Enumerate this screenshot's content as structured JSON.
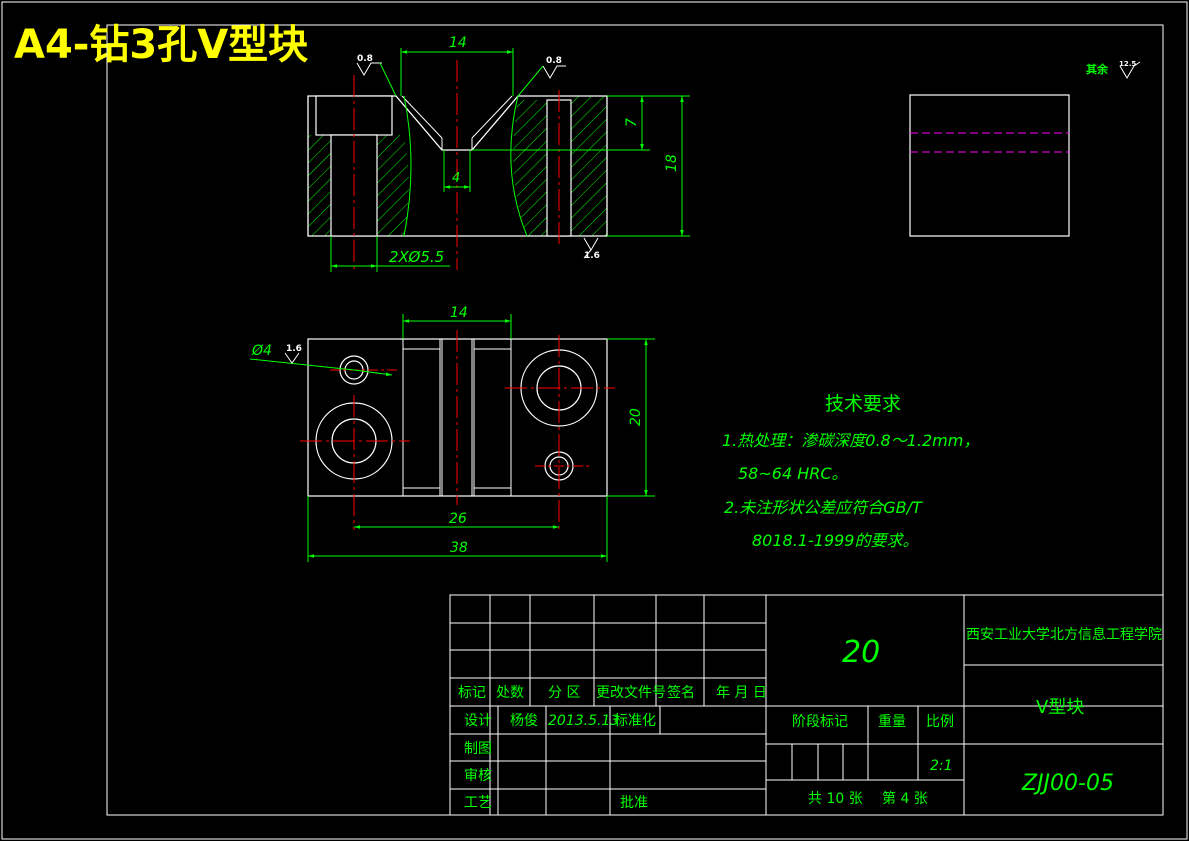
{
  "banner_title": "A4-钻3孔V型块",
  "colors": {
    "background": "#000000",
    "outline": "#ffffff",
    "dimension": "#00ff00",
    "centerline": "#ff0000",
    "hatch": "#00ff00",
    "hidden_line": "#ff00ff",
    "title": "#ffff00"
  },
  "front_view": {
    "dim_top": "14",
    "dim_right_upper": "7",
    "dim_right_total": "18",
    "dim_bottom_slot": "4",
    "dim_holes": "2XØ5.5",
    "roughness_left": "0.8",
    "roughness_right": "0.8",
    "roughness_bottom": "1.6"
  },
  "top_view": {
    "dim_top": "14",
    "dim_hole": "Ø4",
    "roughness_hole": "1.6",
    "dim_right": "20",
    "dim_center_span": "26",
    "dim_total_width": "38"
  },
  "remaining_roughness": {
    "label": "其余",
    "value": "12.5"
  },
  "tech_requirements": {
    "title": "技术要求",
    "lines": [
      "1.热处理：渗碳深度0.8～1.2mm，",
      "58~64 HRC。",
      "2.未注形状公差应符合GB/T",
      "8018.1-1999的要求。"
    ]
  },
  "title_block": {
    "mark_header": [
      "标记",
      "处数",
      "分 区",
      "更改文件号",
      "签名",
      "年 月 日"
    ],
    "design_label": "设计",
    "designer": "杨俊",
    "design_date": "2013.5.13",
    "standardize_label": "标准化",
    "draw_label": "制图",
    "review_label": "审核",
    "process_label": "工艺",
    "approve_label": "批准",
    "stage_label": "阶段标记",
    "weight_label": "重量",
    "scale_label": "比例",
    "scale_value": "2:1",
    "material": "20",
    "school": "西安工业大学北方信息工程学院",
    "part_name": "V型块",
    "drawing_no": "ZJJ00-05",
    "sheets_total": "共 10 张",
    "sheet_no": "第 4 张"
  }
}
